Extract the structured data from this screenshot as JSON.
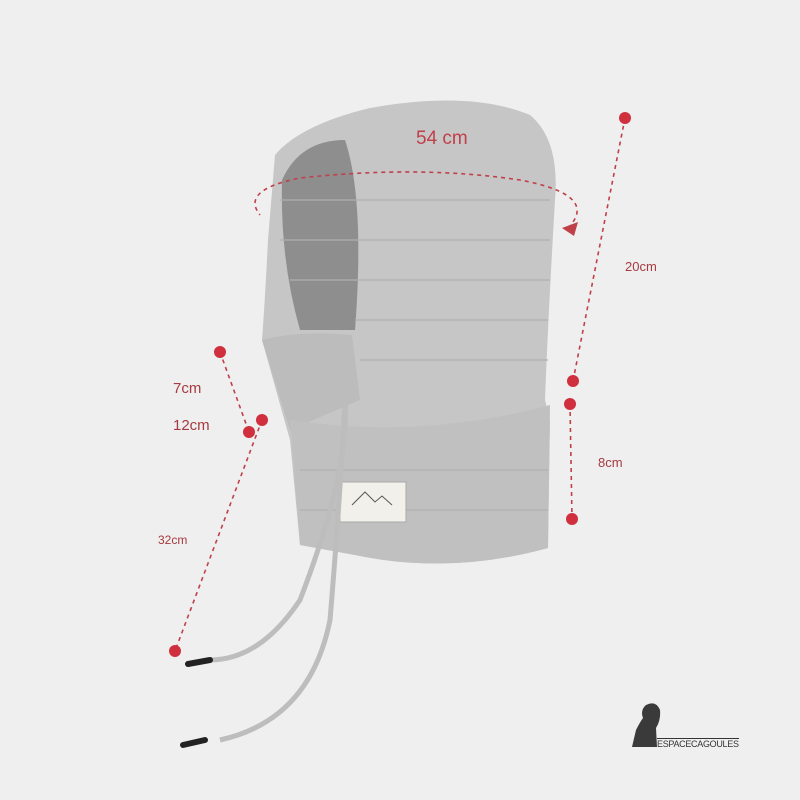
{
  "measurements": {
    "circumference": "54 cm",
    "hood_height": "20cm",
    "neck_height": "8cm",
    "face_opening": "7cm",
    "cord_gap": "12cm",
    "cord_length": "32cm"
  },
  "logo": {
    "text": "ESPACECAGOULES"
  },
  "colors": {
    "annotation": "#c0404a",
    "fabric": "#c4c4c4",
    "background": "#efefef"
  }
}
